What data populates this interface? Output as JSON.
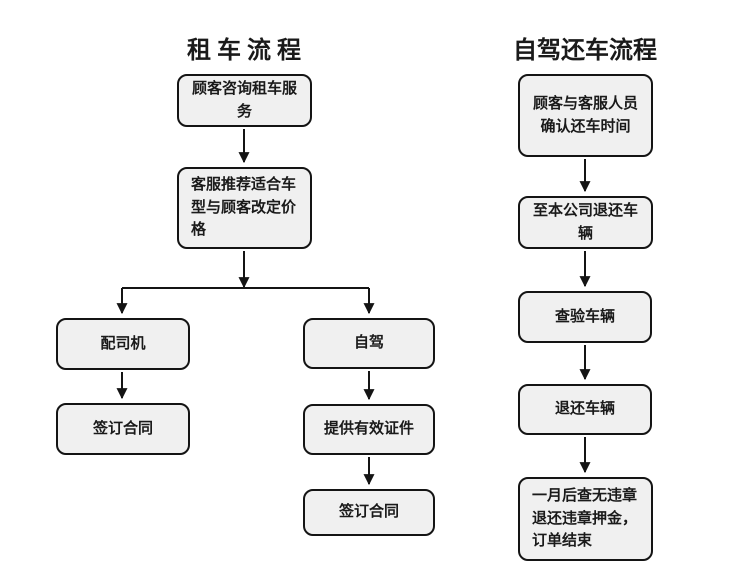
{
  "colors": {
    "background": "#ffffff",
    "node_fill": "#f0f0f0",
    "node_border": "#141414",
    "text": "#1a1a1a",
    "arrow": "#141414"
  },
  "left_flow": {
    "title": "租 车 流 程",
    "nodes": {
      "consult": "顾客咨询租车服务",
      "recommend": "客服推荐适合车\n型与顾客改定价\n格",
      "with_driver": "配司机",
      "sign_contract_driver": "签订合同",
      "self_drive": "自驾",
      "provide_documents": "提供有效证件",
      "sign_contract_self": "签订合同"
    }
  },
  "right_flow": {
    "title": "自驾还车流程",
    "nodes": {
      "confirm_return_time": "顾客与客服人员\n确认还车时间",
      "return_to_company": "至本公司退还车辆",
      "inspect_vehicle": "查验车辆",
      "return_vehicle": "退还车辆",
      "deposit_refund": "一月后查无违章\n退还违章押金，\n订单结束"
    }
  }
}
